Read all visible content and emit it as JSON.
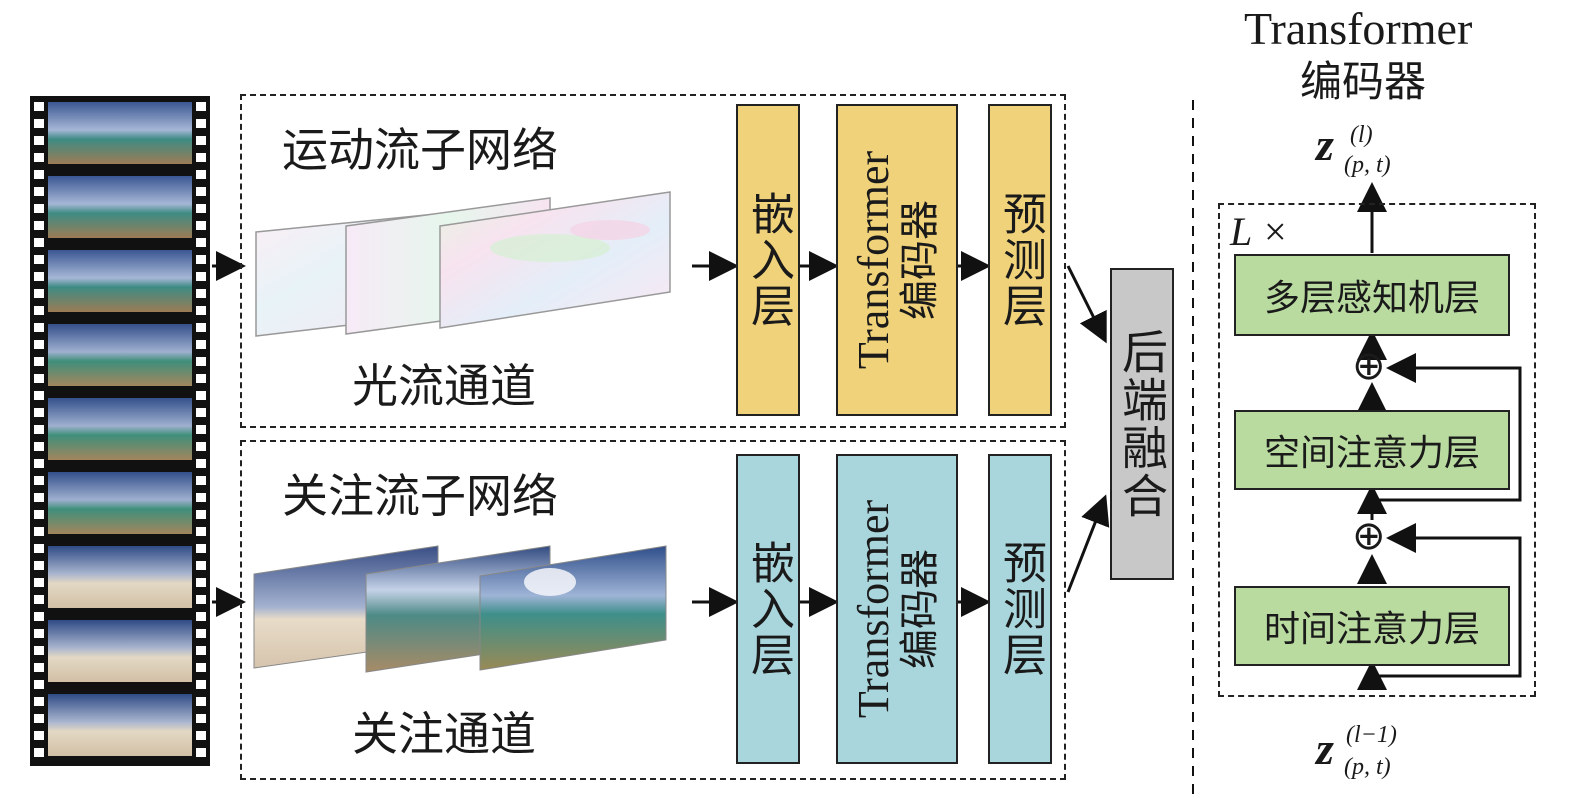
{
  "film": {
    "frame_count": 9
  },
  "motion_branch": {
    "title": "运动流子网络",
    "channel_label": "光流通道",
    "embed_label": "嵌入层",
    "encoder_label_en": "Transformer",
    "encoder_label_cn": "编码器",
    "predict_label": "预测层",
    "color": "#f0d27a"
  },
  "attention_branch": {
    "title": "关注流子网络",
    "channel_label": "关注通道",
    "embed_label": "嵌入层",
    "encoder_label_en": "Transformer",
    "encoder_label_cn": "编码器",
    "predict_label": "预测层",
    "color": "#a9d6dc"
  },
  "fusion": {
    "label": "后端融合",
    "color": "#c8c8c8"
  },
  "encoder_detail": {
    "title_en": "Transformer",
    "title_cn": "编码器",
    "repeat_label": "L ×",
    "output_var": "z",
    "output_sup": "(l)",
    "output_sub": "(p, t)",
    "input_var": "z",
    "input_sup": "(l−1)",
    "input_sub": "(p, t)",
    "layers": [
      "多层感知机层",
      "空间注意力层",
      "时间注意力层"
    ],
    "layer_color": "#b9dba0",
    "sum_symbol": "⊕"
  }
}
